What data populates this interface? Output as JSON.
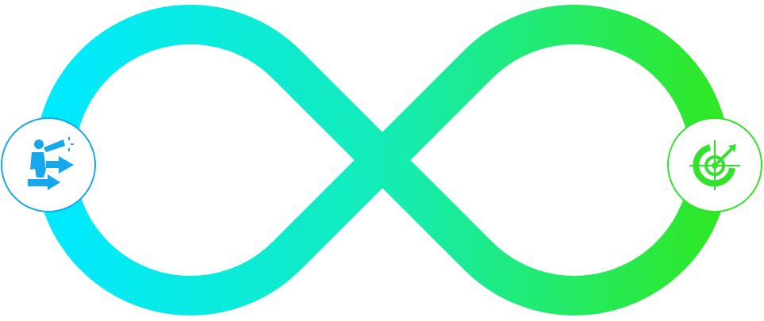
{
  "diagram": {
    "type": "infinity-loop",
    "nodes": [
      {
        "id": "left",
        "icon": "businessman-telescope-vision-arrows-icon",
        "color": "#16a8ec"
      },
      {
        "id": "right",
        "icon": "target-arrow-bullseye-icon",
        "color": "#34e22e"
      }
    ],
    "gradient": {
      "start": "#00e9ff",
      "end": "#2fe828"
    }
  }
}
